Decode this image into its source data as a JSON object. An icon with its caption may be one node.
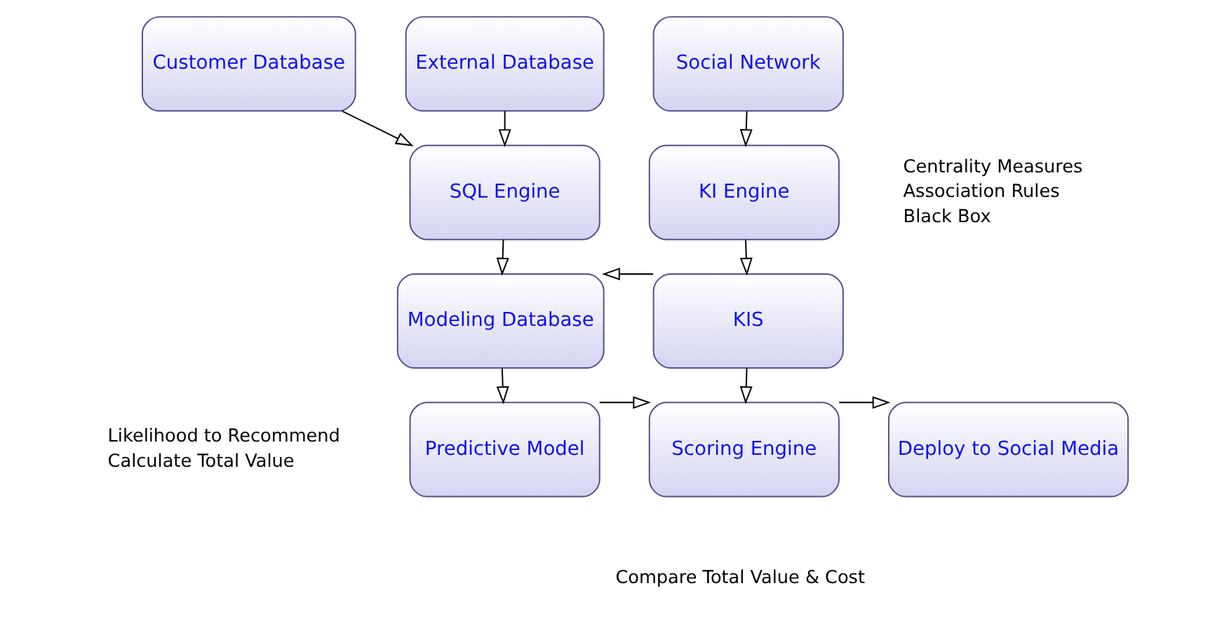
{
  "diagram": {
    "nodes": [
      {
        "text": [
          "Customer Database"
        ]
      },
      {
        "text": [
          "External Database"
        ]
      },
      {
        "text": [
          "Social Network"
        ]
      },
      {
        "text": [
          "SQL Engine"
        ]
      },
      {
        "text": [
          "KI Engine"
        ],
        "beside": [
          "Centrality Measures",
          "Association Rules",
          "Black Box"
        ]
      },
      {
        "text": [
          "Modeling Database"
        ]
      },
      {
        "text": [
          "KIS"
        ]
      },
      {
        "text": [
          "Predictive Model"
        ],
        "beside": [
          "Likelihood to Recommend",
          "Calculate Total Value"
        ]
      },
      {
        "text": [
          "Scoring Engine"
        ],
        "beside": [
          "Compare Total Value & Cost"
        ]
      },
      {
        "text": [
          "Deploy to Social Media"
        ]
      }
    ],
    "edges": [
      {
        "from": 0,
        "to": 3,
        "arrow": "to"
      },
      {
        "from": 1,
        "to": 3,
        "arrow": "to"
      },
      {
        "from": 2,
        "to": 4,
        "arrow": "to"
      },
      {
        "from": 3,
        "to": 5,
        "arrow": "to"
      },
      {
        "from": 4,
        "to": 6,
        "arrow": "to"
      },
      {
        "from": 6,
        "to": 5,
        "arrow": "to"
      },
      {
        "from": 5,
        "to": 7,
        "arrow": "to"
      },
      {
        "from": 6,
        "to": 8,
        "arrow": "to"
      },
      {
        "from": 7,
        "to": 8,
        "arrow": "to"
      },
      {
        "from": 8,
        "to": 9,
        "arrow": "to"
      }
    ]
  }
}
